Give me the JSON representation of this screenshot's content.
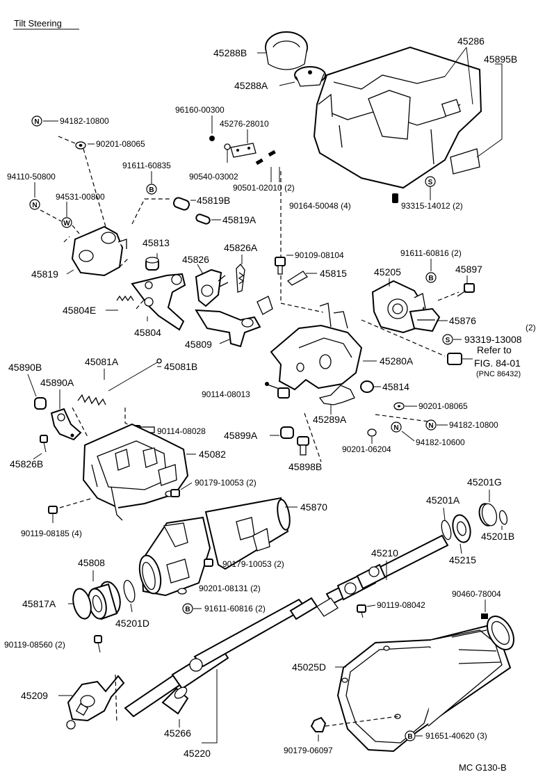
{
  "title": "Tilt Steering",
  "footer": "MC G130-B",
  "symbols": {
    "n": "N",
    "w": "W",
    "b": "B",
    "s": "S"
  },
  "labels": {
    "p45288B": "45288B",
    "p45288A": "45288A",
    "p45286": "45286",
    "p45895B": "45895B",
    "p94182_10800_top": "94182-10800",
    "p90201_08065_top": "90201-08065",
    "p96160_00300": "96160-00300",
    "p45276_28010": "45276-28010",
    "p94110_50800": "94110-50800",
    "p91611_60835": "91611-60835",
    "p94531_00800": "94531-00800",
    "p90540_03002": "90540-03002",
    "p90501_02010": "90501-02010 (2)",
    "p90164_50048": "90164-50048 (4)",
    "p93315_14012": "93315-14012 (2)",
    "p45819B": "45819B",
    "p45819A": "45819A",
    "p45813": "45813",
    "p45826A": "45826A",
    "p90109_08104": "90109-08104",
    "p91611_60816_r": "91611-60816 (2)",
    "p45819": "45819",
    "p45826": "45826",
    "p45815": "45815",
    "p45205": "45205",
    "p45897": "45897",
    "p45804E": "45804E",
    "p45876": "45876",
    "p45804": "45804",
    "p45809": "45809",
    "p93319_13008_qty": "(2)",
    "p93319_13008": "93319-13008",
    "p45280A": "45280A",
    "p45890B": "45890B",
    "p45081A": "45081A",
    "p45081B": "45081B",
    "refer_to": "Refer to",
    "fig_ref": "FIG. 84-01",
    "pnc_ref": "(PNC 86432)",
    "p45890A": "45890A",
    "p90114_08013": "90114-08013",
    "p45814": "45814",
    "p90114_08028": "90114-08028",
    "p90201_08065_mid": "90201-08065",
    "p45289A": "45289A",
    "p94182_10800_mid": "94182-10800",
    "p45826B": "45826B",
    "p45899A": "45899A",
    "p45082": "45082",
    "p90201_06204": "90201-06204",
    "p94182_10600": "94182-10600",
    "p45898B": "45898B",
    "p90179_10053_a": "90179-10053 (2)",
    "p45870": "45870",
    "p45201G": "45201G",
    "p90119_08185": "90119-08185 (4)",
    "p45201A": "45201A",
    "p45210": "45210",
    "p45201B": "45201B",
    "p45808": "45808",
    "p90179_10053_b": "90179-10053 (2)",
    "p45215": "45215",
    "p90201_08131": "90201-08131 (2)",
    "p45817A": "45817A",
    "p90460_78004": "90460-78004",
    "p91611_60816_b": "91611-60816  (2)",
    "p90119_08042": "90119-08042",
    "p45201D": "45201D",
    "p90119_08560": "90119-08560 (2)",
    "p45025D": "45025D",
    "p45209": "45209",
    "p45266": "45266",
    "p91651_40620": "91651-40620 (3)",
    "p90179_06097": "90179-06097",
    "p45220": "45220"
  }
}
